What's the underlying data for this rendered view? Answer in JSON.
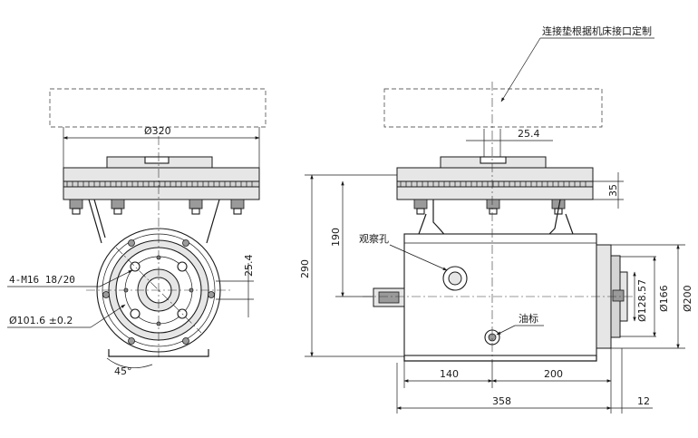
{
  "annotations": {
    "top_note": "连接垫根据机床接口定制",
    "observation_hole": "观察孔",
    "oil_mark": "油标"
  },
  "dimensions": {
    "phi320": "Ø320",
    "d25_4_left": "25.4",
    "thread": "4-M16  18/20",
    "phi101_6": "Ø101.6 ±0.2",
    "angle45": "45°",
    "d25_4_top": "25.4",
    "d35": "35",
    "d190": "190",
    "d290": "290",
    "d140": "140",
    "d200": "200",
    "d358": "358",
    "d12": "12",
    "phi128_57": "Ø128.57",
    "phi166": "Ø166",
    "phi200": "Ø200"
  }
}
